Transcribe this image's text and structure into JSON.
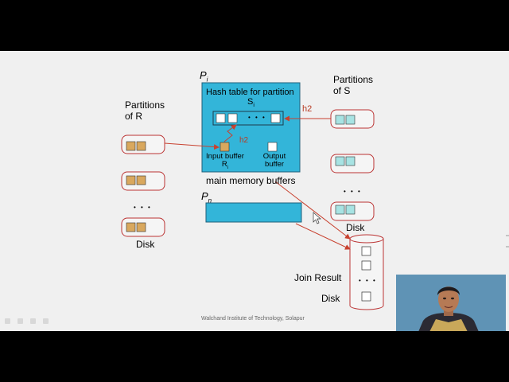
{
  "diagram": {
    "partitions_r_title": "Partitions",
    "partitions_r_title2": "of R",
    "partitions_s_title": "Partitions",
    "partitions_s_title2": "of S",
    "p_i_label": "P",
    "p_i_sub": "i",
    "hash_title": "Hash table for partition",
    "hash_sub": "S",
    "hash_sub_i": "i",
    "h2_top": "h2",
    "h2_inner": "h2",
    "input_buffer": "Input buffer",
    "input_buffer_r": "R",
    "input_buffer_ri": "i",
    "output_buffer": "Output",
    "output_buffer2": "buffer",
    "main_memory": "main memory buffers",
    "p_n_label": "P",
    "p_n_sub": "n",
    "disk_left": "Disk",
    "disk_right": "Disk",
    "join_result": "Join Result",
    "disk_result": "Disk",
    "ellipsis": "• • •"
  },
  "footer": {
    "institute": "Walchand Institute of Technology, Solapur"
  },
  "colors": {
    "memory_fill": "#33b5d9",
    "r_block": "#d9a85e",
    "s_block": "#a8e3e3",
    "arrow": "#c8412f",
    "h2_text": "#b83a22"
  },
  "icons": [
    "mouse-cursor-icon",
    "presenter-video-feed"
  ]
}
